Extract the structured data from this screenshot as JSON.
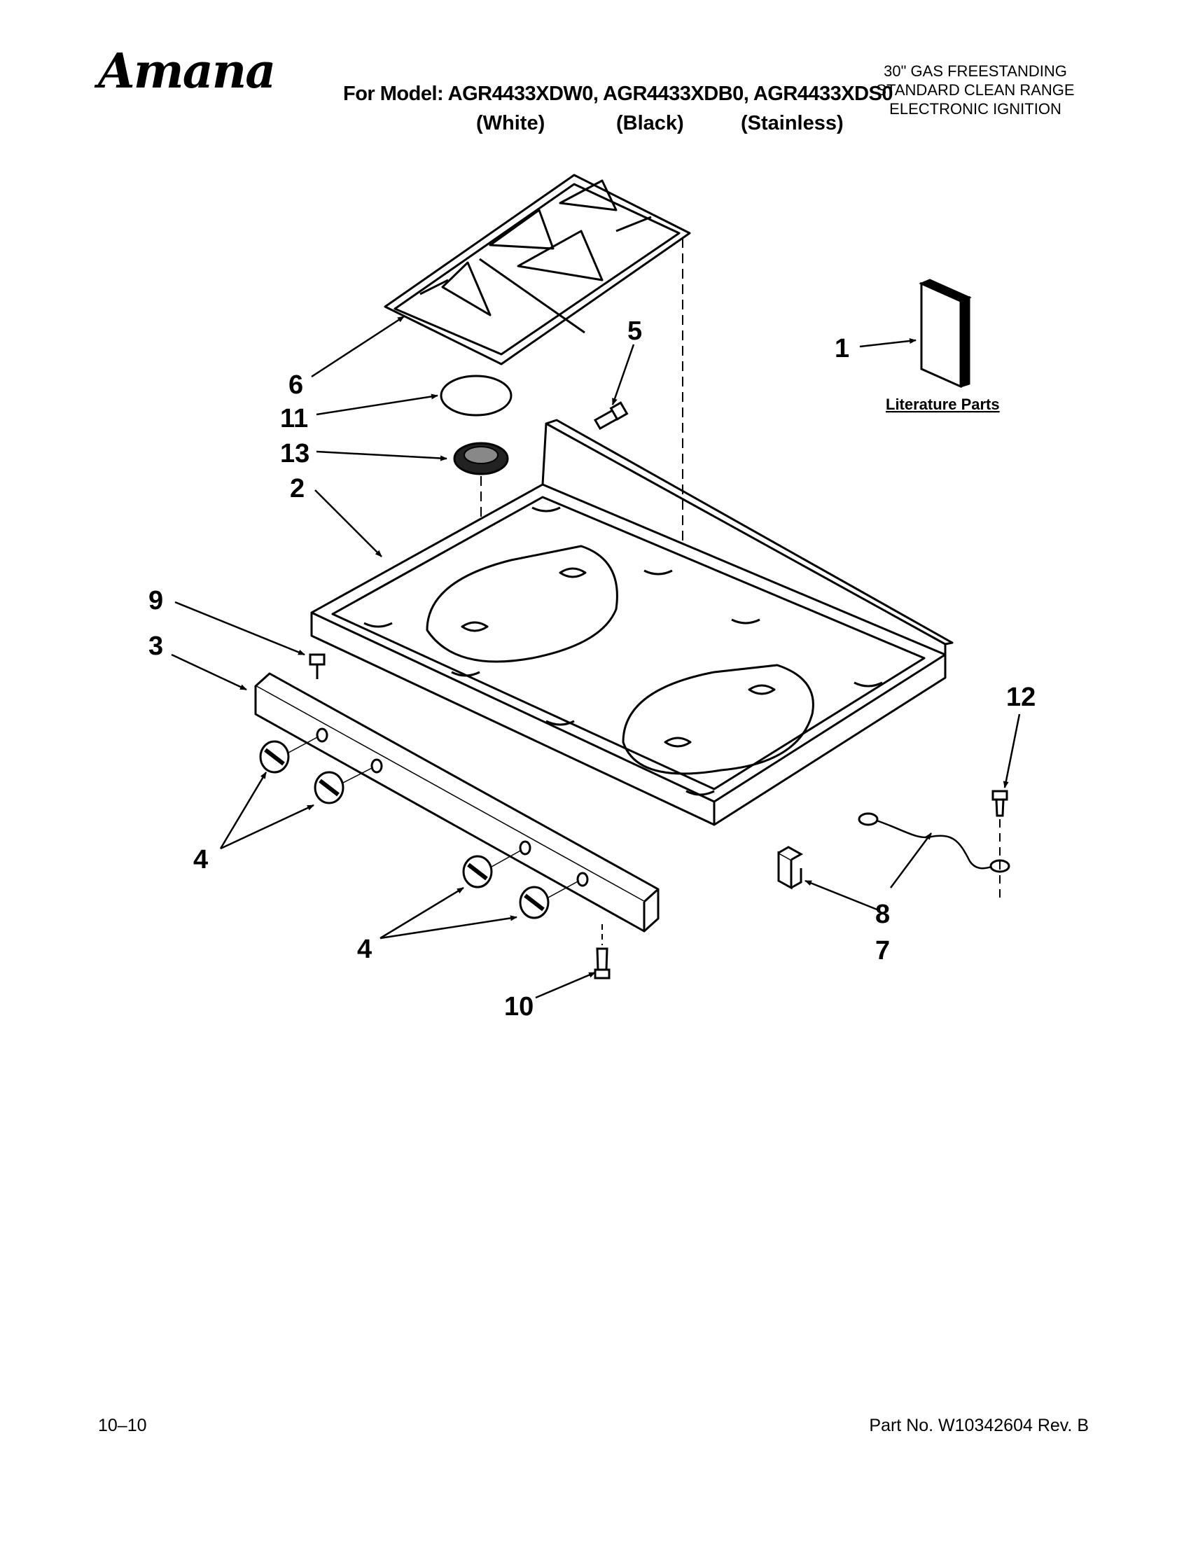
{
  "header": {
    "brand": "Amana",
    "model_line": "For Model: AGR4433XDW0, AGR4433XDB0, AGR4433XDS0",
    "variants": [
      "(White)",
      "(Black)",
      "(Stainless)"
    ],
    "product_description": [
      "30\" GAS FREESTANDING",
      "STANDARD CLEAN RANGE",
      "ELECTRONIC IGNITION"
    ]
  },
  "diagram": {
    "callouts": {
      "c1": "1",
      "c2": "2",
      "c3": "3",
      "c4a": "4",
      "c4b": "4",
      "c5": "5",
      "c6": "6",
      "c7": "7",
      "c8": "8",
      "c9": "9",
      "c10": "10",
      "c11": "11",
      "c12": "12",
      "c13": "13"
    },
    "literature_label": "Literature Parts"
  },
  "footer": {
    "date_code": "10–10",
    "part_number": "Part No. W10342604 Rev. B"
  }
}
